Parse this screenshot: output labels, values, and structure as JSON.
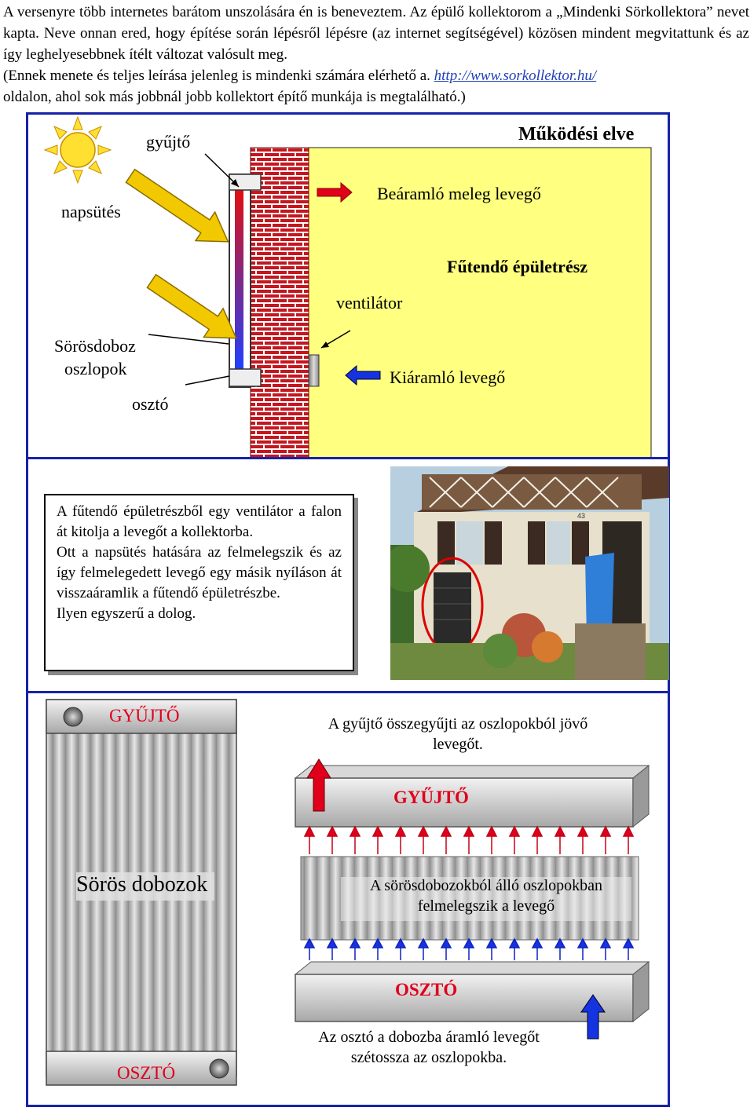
{
  "intro": {
    "line1": "A versenyre több internetes barátom unszolására én is beneveztem. Az épülő kollektorom a „Mindenki Sörkollektora” nevet kapta. Neve onnan ered, hogy építése során lépésről lépésre (az internet segítségével) közösen mindent megvitattunk és az így leghelyesebbnek ítélt változat valósult meg.",
    "line2": "(Ennek menete és teljes leírása jelenleg is mindenki számára elérhető a.",
    "link": "http://www.sorkollektor.hu/",
    "line3": "oldalon, ahol sok más jobbnál jobb kollektort építő munkája is megtalálható.)"
  },
  "diagram": {
    "gyujto": "gyűjtő",
    "title": "Működési elve",
    "napsutes": "napsütés",
    "inflow": "Beáramló meleg levegő",
    "heated": "Fűtendő épületrész",
    "ventilator": "ventilátor",
    "columns_1": "Sörösdoboz",
    "columns_2": "oszlopok",
    "outflow": "Kiáramló levegő",
    "oszto": "osztó"
  },
  "photo_section": {
    "caption_lines": [
      "A fűtendő épületrészből egy ventilátor a falon át kitolja a levegőt a kollektorba.",
      "Ott a napsütés hatására az felmelegszik és az így felmelegedett levegő egy másik nyíláson át visszaáramlik a fűtendő épületrészbe.",
      "Ilyen egyszerű a dolog."
    ],
    "house_number": "43"
  },
  "detail": {
    "left_top": "GYŰJTŐ",
    "left_middle": "Sörös dobozok",
    "left_bottom": "OSZTÓ",
    "right_top_text": "A gyűjtő összegyűjti az oszlopokból jövő levegőt.",
    "right_gyujto": "GYŰJTŐ",
    "right_columns_text": "A sörösdobozokból álló oszlopokban felmelegszik a levegő",
    "right_oszto": "OSZTÓ",
    "right_bottom_text": "Az osztó a dobozba áramló levegőt szétossza az oszlopokba."
  },
  "colors": {
    "frame": "#1722a8",
    "room": "#ffff80",
    "brick": "#c4171f",
    "arrow_red": "#e0001b",
    "arrow_blue": "#1533e0",
    "sun_arrow": "#f2c900"
  }
}
